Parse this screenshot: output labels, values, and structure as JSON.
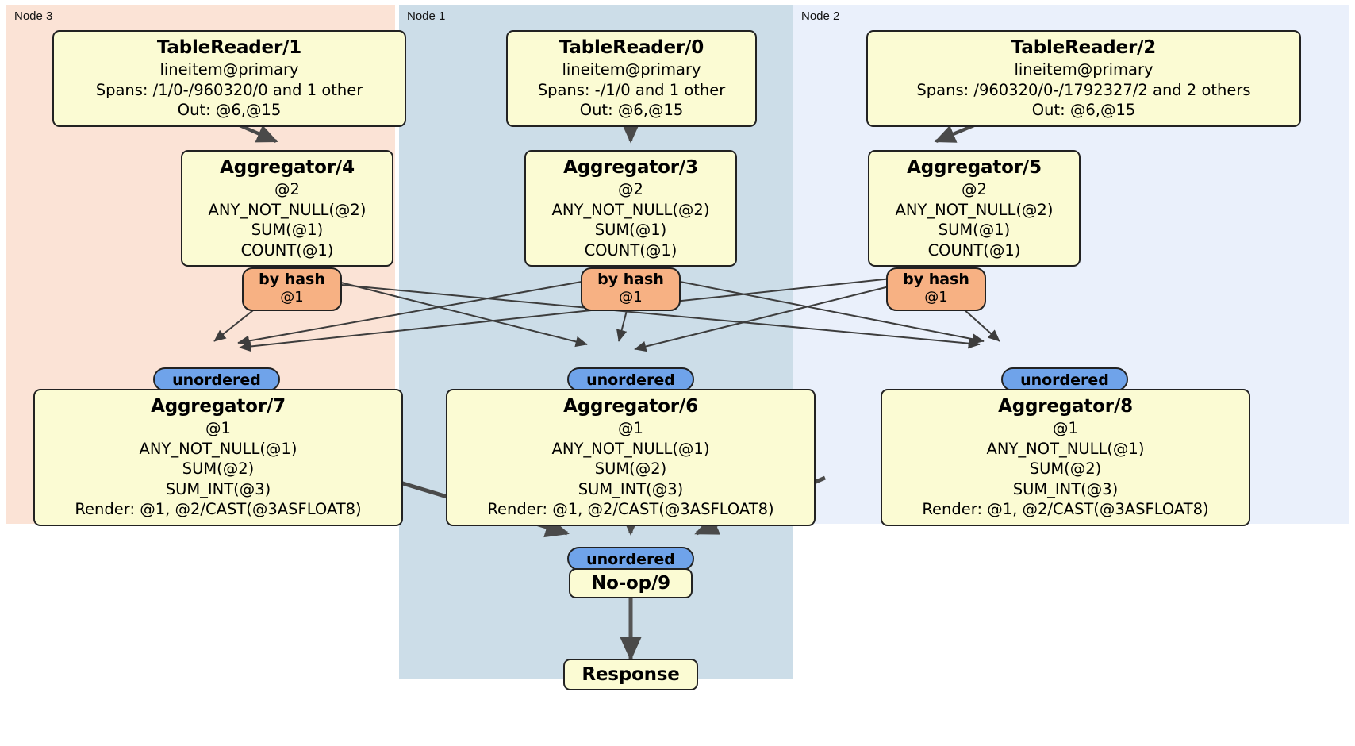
{
  "diagram": {
    "type": "distsql-flow",
    "title": "Distributed query plan",
    "colors": {
      "node3_bg": "#fbe3d6",
      "node1_bg": "#ccdde8",
      "node2_bg": "#eaf0fb",
      "processor_bg": "#fbfbd3",
      "hash_router_bg": "#f7b183",
      "unordered_sync_bg": "#6fa3ea",
      "border": "#222222",
      "edge_thin": "#3d3d3d",
      "edge_thick": "#4a4a4a"
    },
    "panels": [
      {
        "id": "node3",
        "label": "Node 3"
      },
      {
        "id": "node1",
        "label": "Node 1"
      },
      {
        "id": "node2",
        "label": "Node 2"
      }
    ],
    "processors": {
      "tablereader1": {
        "title": "TableReader/1",
        "lines": [
          "lineitem@primary",
          "Spans: /1/0-/960320/0 and 1 other",
          "Out: @6,@15"
        ]
      },
      "tablereader0": {
        "title": "TableReader/0",
        "lines": [
          "lineitem@primary",
          "Spans: -/1/0 and 1 other",
          "Out: @6,@15"
        ]
      },
      "tablereader2": {
        "title": "TableReader/2",
        "lines": [
          "lineitem@primary",
          "Spans: /960320/0-/1792327/2 and 2 others",
          "Out: @6,@15"
        ]
      },
      "aggregator4": {
        "title": "Aggregator/4",
        "lines": [
          "@2",
          "ANY_NOT_NULL(@2)",
          "SUM(@1)",
          "COUNT(@1)"
        ]
      },
      "aggregator3": {
        "title": "Aggregator/3",
        "lines": [
          "@2",
          "ANY_NOT_NULL(@2)",
          "SUM(@1)",
          "COUNT(@1)"
        ]
      },
      "aggregator5": {
        "title": "Aggregator/5",
        "lines": [
          "@2",
          "ANY_NOT_NULL(@2)",
          "SUM(@1)",
          "COUNT(@1)"
        ]
      },
      "aggregator7": {
        "title": "Aggregator/7",
        "lines": [
          "@1",
          "ANY_NOT_NULL(@1)",
          "SUM(@2)",
          "SUM_INT(@3)",
          "Render: @1, @2/CAST(@3ASFLOAT8)"
        ]
      },
      "aggregator6": {
        "title": "Aggregator/6",
        "lines": [
          "@1",
          "ANY_NOT_NULL(@1)",
          "SUM(@2)",
          "SUM_INT(@3)",
          "Render: @1, @2/CAST(@3ASFLOAT8)"
        ]
      },
      "aggregator8": {
        "title": "Aggregator/8",
        "lines": [
          "@1",
          "ANY_NOT_NULL(@1)",
          "SUM(@2)",
          "SUM_INT(@3)",
          "Render: @1, @2/CAST(@3ASFLOAT8)"
        ]
      },
      "noop9": {
        "title": "No-op/9"
      },
      "response": {
        "title": "Response"
      }
    },
    "routers": {
      "hash4": {
        "label": "by hash",
        "column": "@1"
      },
      "hash3": {
        "label": "by hash",
        "column": "@1"
      },
      "hash5": {
        "label": "by hash",
        "column": "@1"
      }
    },
    "synchronizers": {
      "unordered7": {
        "label": "unordered"
      },
      "unordered6": {
        "label": "unordered"
      },
      "unordered8": {
        "label": "unordered"
      },
      "unordered9": {
        "label": "unordered"
      }
    }
  }
}
